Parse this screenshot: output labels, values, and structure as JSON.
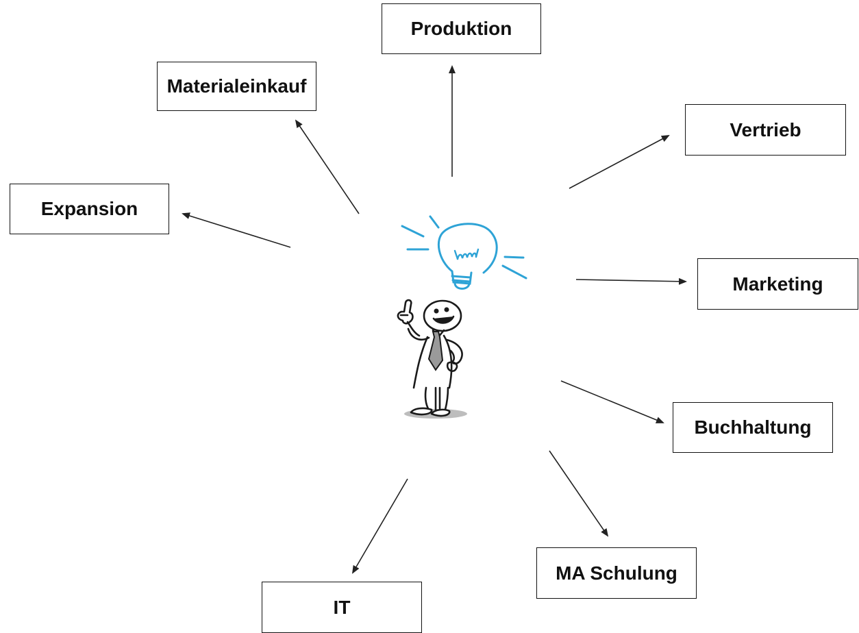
{
  "nodes": {
    "produktion": "Produktion",
    "materialeinkauf": "Materialeinkauf",
    "vertrieb": "Vertrieb",
    "expansion": "Expansion",
    "marketing": "Marketing",
    "buchhaltung": "Buchhaltung",
    "ma_schulung": "MA Schulung",
    "it": "IT"
  },
  "center_figure": {
    "description_icon": "person-with-lightbulb-icon"
  },
  "colors": {
    "box_border": "#111111",
    "arrow": "#222222",
    "bulb": "#2ea3d6",
    "shadow": "#bdbdbd",
    "tie": "#9a9a9a"
  }
}
